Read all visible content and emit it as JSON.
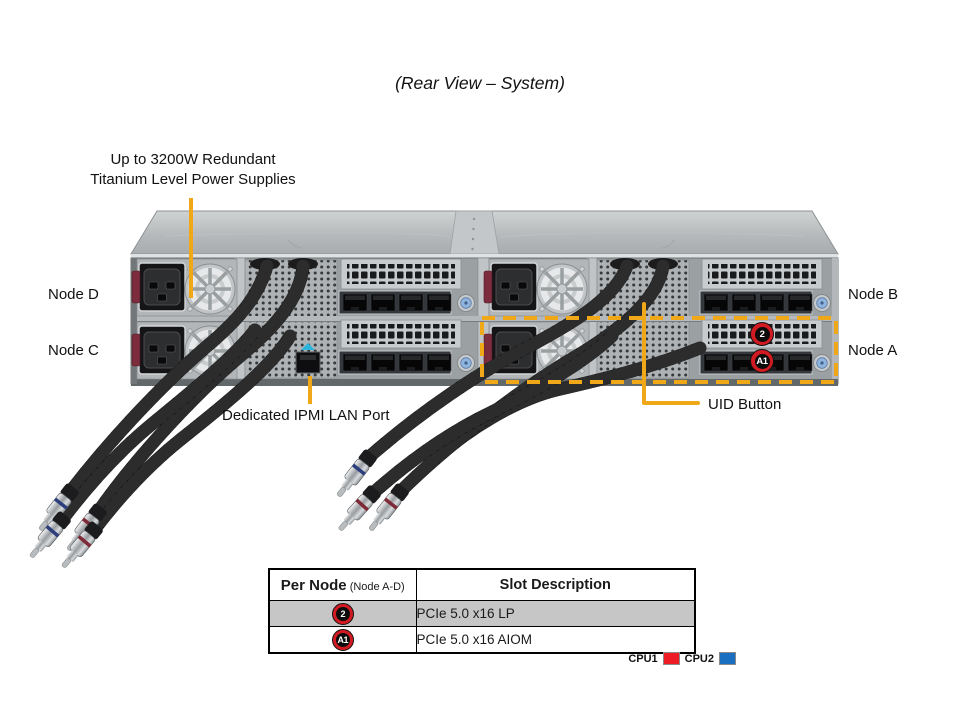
{
  "title": "(Rear View – System)",
  "annotations": {
    "psu_line1": "Up to 3200W Redundant",
    "psu_line2": "Titanium Level Power Supplies",
    "ipmi_label": "Dedicated IPMI LAN Port",
    "uid_label": "UID Button",
    "node_d": "Node D",
    "node_c": "Node C",
    "node_b": "Node B",
    "node_a": "Node A"
  },
  "badges": {
    "slot2": "2",
    "slotA1": "A1"
  },
  "table": {
    "header": {
      "col1_main": "Per Node",
      "col1_sub": " (Node A-D)",
      "col2": "Slot Description"
    },
    "rows": [
      {
        "badge": "2",
        "description": "PCIe 5.0 x16 LP"
      },
      {
        "badge": "A1",
        "description": "PCIe 5.0 x16 AIOM"
      }
    ]
  },
  "legend": {
    "cpu1": "CPU1",
    "cpu2": "CPU2",
    "cpu1_color": "#ee1c25",
    "cpu2_color": "#1b6fc0"
  },
  "colors": {
    "annotation": "#F0A818",
    "badge_red": "#D11A21"
  }
}
